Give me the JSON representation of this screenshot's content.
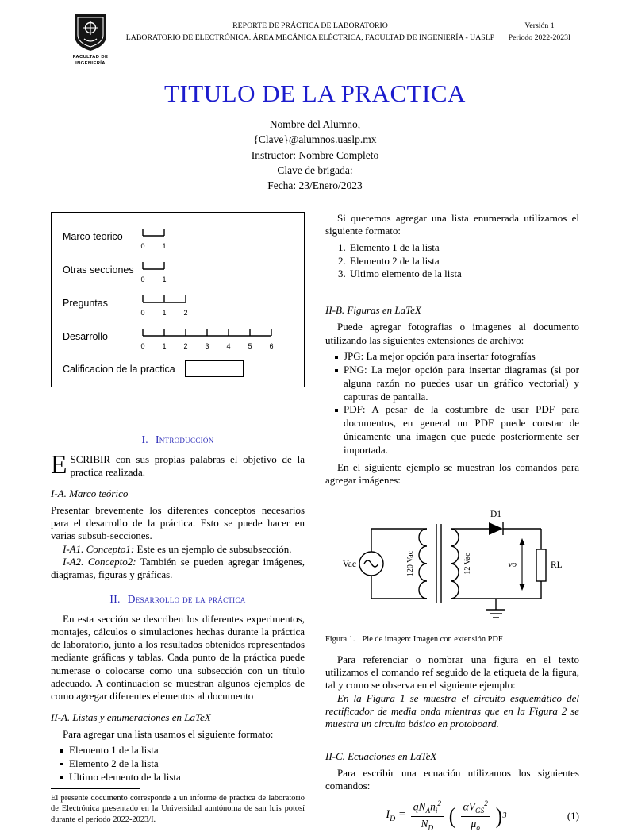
{
  "colors": {
    "title_blue": "#1c1ccd",
    "heading_blue": "#2a2ab8"
  },
  "header": {
    "logo_caption_line1": "FACULTAD DE",
    "logo_caption_line2": "INGENIERÍA",
    "center_line1": "REPORTE DE PRÁCTICA DE LABORATORIO",
    "center_line2": "LABORATORIO DE ELECTRÓNICA. ÁREA MECÁNICA ELÉCTRICA, FACULTAD DE INGENIERÍA - UASLP",
    "version": "Versión 1",
    "period": "Periodo 2022-2023I"
  },
  "title": "TITULO DE LA PRACTICA",
  "author_block": {
    "name": "Nombre del Alumno,",
    "email": "{Clave}@alumnos.uaslp.mx",
    "instructor": "Instructor: Nombre Completo",
    "brigade": "Clave de brigada:",
    "date": "Fecha: 23/Enero/2023"
  },
  "rubric": {
    "rows": [
      {
        "label": "Marco teorico",
        "ticks": [
          "0",
          "1"
        ]
      },
      {
        "label": "Otras secciones",
        "ticks": [
          "0",
          "1"
        ]
      },
      {
        "label": "Preguntas",
        "ticks": [
          "0",
          "1",
          "2"
        ]
      },
      {
        "label": "Desarrollo",
        "ticks": [
          "0",
          "1",
          "2",
          "3",
          "4",
          "5",
          "6"
        ]
      }
    ],
    "grade_label": "Calificacion de la practica"
  },
  "intro": {
    "heading_num": "I.",
    "heading_text": "Introducción",
    "dropcap": "E",
    "lead_rest": "SCRIBIR con sus propias palabras el objetivo de la practica realizada.",
    "sub_a_heading": "I-A. Marco teórico",
    "sub_a_body": "Presentar brevemente los diferentes conceptos necesarios para el desarrollo de la práctica. Esto se puede hacer en varias subsub-secciones.",
    "sub_a1_label": "I-A1. Concepto1:",
    "sub_a1_text": "Este es un ejemplo de subsubsección.",
    "sub_a2_label": "I-A2. Concepto2:",
    "sub_a2_text": "También se pueden agregar imágenes, diagramas, figuras y gráficas."
  },
  "development": {
    "heading_num": "II.",
    "heading_text": "Desarrollo de la práctica",
    "body": "En esta sección se describen los diferentes experimentos, montajes, cálculos o simulaciones hechas durante la práctica de laboratorio, junto a los resultados obtenidos representados mediante gráficas y tablas. Cada punto de la práctica puede numerase o colocarse como una subsección con un título adecuado. A continuacion se muestran algunos ejemplos de como agregar diferentes elementos al documento",
    "sub_a_heading": "II-A. Listas y enumeraciones en LaTeX",
    "list_intro": "Para agregar una lista usamos el siguiente formato:",
    "bullet_list": [
      "Elemento 1 de la lista",
      "Elemento 2 de la lista",
      "Ultimo elemento de la lista"
    ],
    "enum_intro": "Si queremos agregar una lista enumerada utilizamos el siguiente formato:",
    "enum_list": [
      "Elemento 1 de la lista",
      "Elemento 2 de la lista",
      "Ultimo elemento de la lista"
    ],
    "sub_b_heading": "II-B. Figuras en LaTeX",
    "figures_intro": "Puede agregar fotografias o imagenes al documento utilizando las siguientes extensiones de archivo:",
    "format_list": [
      "JPG: La mejor opción para insertar fotografías",
      "PNG: La mejor opción para insertar diagramas (si por alguna razón no puedes usar un gráfico vectorial) y capturas de pantalla.",
      "PDF: A pesar de la costumbre de usar PDF para documentos, en general un PDF puede constar de únicamente una imagen que puede posteriormente ser importada."
    ],
    "example_intro": "En el siguiente ejemplo se muestran los comandos para agregar imágenes:",
    "ref_paragraph": "Para referenciar o nombrar una figura en el texto utilizamos el comando ref seguido de la etiqueta de la figura, tal y como se observa en el siguiente ejemplo:",
    "ref_example": "En la Figura 1 se muestra el circuito esquemático del rectificador de media onda mientras que en la Figura 2 se muestra un circuito básico en protoboard.",
    "sub_c_heading": "II-C. Ecuaciones en LaTeX",
    "equation_intro": "Para escribir una ecuación utilizamos los siguientes comandos:"
  },
  "figure1": {
    "caption_label": "Figura 1.",
    "caption_text": "Pie de imagen: Imagen con extensión PDF",
    "labels": {
      "source": "Vac",
      "primary": "120 Vac",
      "secondary": "12 Vac",
      "diode": "D1",
      "output": "vo",
      "load": "RL"
    }
  },
  "equation": {
    "lhs": "I<sub>D</sub> =",
    "frac1_num": "qN<sub>A</sub>n<sub>i</sub><sup>2</sup>",
    "frac1_den": "N<sub>D</sub>",
    "lparen": "(",
    "frac2_num": "αV<sub>GS</sub><sup>2</sup>",
    "frac2_den": "μ<sub>o</sub>",
    "rparen": ")",
    "exponent": "3",
    "number": "(1)"
  },
  "footnote": "El presente documento corresponde a un informe de práctica de laboratorio de Electrónica presentado en la Universidad auntónoma de san luis potosí durante el periodo 2022-2023/I."
}
